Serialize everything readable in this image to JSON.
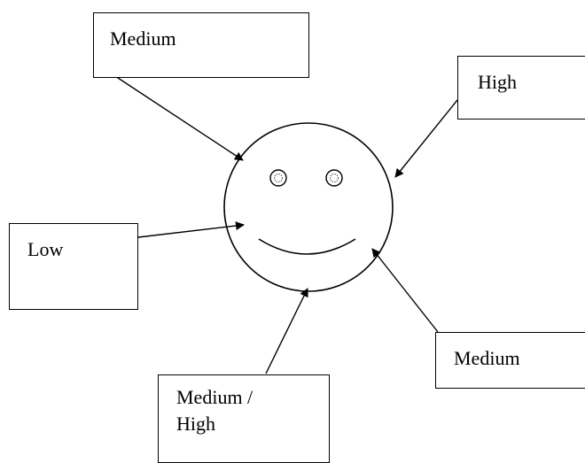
{
  "labels": {
    "top_left": {
      "line1": "Medium",
      "line2": ""
    },
    "top_right": {
      "line1": "High",
      "line2": ""
    },
    "left": {
      "line1": "Low",
      "line2": ""
    },
    "bottom_right": {
      "line1": "Medium",
      "line2": ""
    },
    "bottom": {
      "line1": "Medium /",
      "line2": "High"
    }
  },
  "colors": {
    "stroke": "#000000",
    "background": "#ffffff"
  }
}
